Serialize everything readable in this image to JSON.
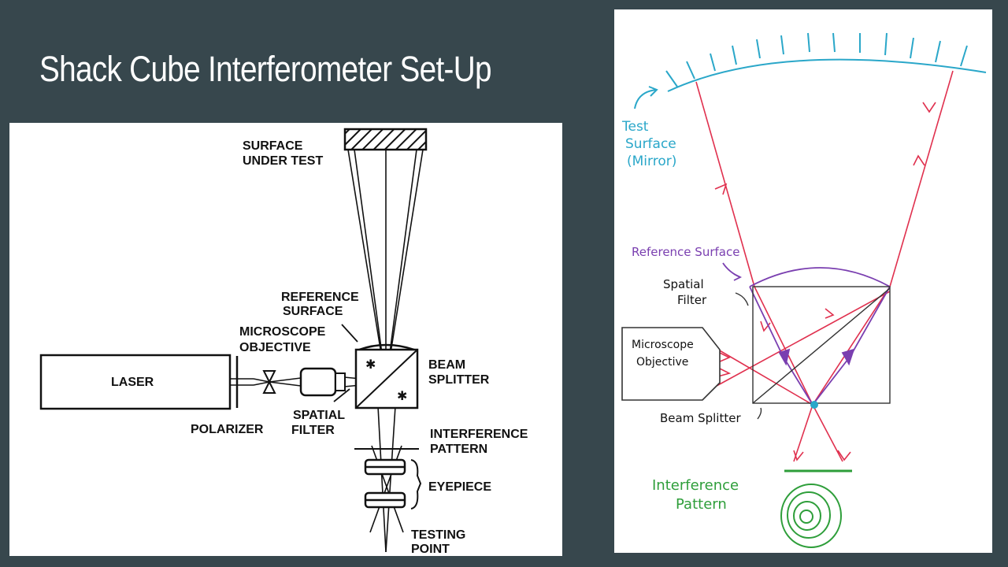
{
  "slide": {
    "title": "Shack Cube Interferometer Set-Up"
  },
  "left_diagram": {
    "labels": {
      "surface_line1": "SURFACE",
      "surface_line2": "UNDER TEST",
      "reference_line1": "REFERENCE",
      "reference_line2": "SURFACE",
      "microscope_line1": "MICROSCOPE",
      "microscope_line2": "OBJECTIVE",
      "laser": "LASER",
      "beam_line1": "BEAM",
      "beam_line2": "SPLITTER",
      "spatial_line1": "SPATIAL",
      "spatial_line2": "FILTER",
      "polarizer": "POLARIZER",
      "interference_line1": "INTERFERENCE",
      "interference_line2": "PATTERN",
      "eyepiece": "EYEPIECE",
      "testing_line1": "TESTING",
      "testing_line2": "POINT"
    }
  },
  "right_sketch": {
    "labels": {
      "test_line1": "Test",
      "test_line2": "Surface",
      "test_line3": "(Mirror)",
      "reference": "Reference Surface",
      "spatial_line1": "Spatial",
      "spatial_line2": "Filter",
      "microscope_line1": "Microscope",
      "microscope_line2": "Objective",
      "beam_splitter": "Beam Splitter",
      "interference_line1": "Interference",
      "interference_line2": "Pattern"
    },
    "colors": {
      "test_surface": "#2aa7c9",
      "rays": "#e0304e",
      "reference_surface": "#7a3fb0",
      "interference": "#2e9e3a",
      "outline": "#333333"
    }
  }
}
